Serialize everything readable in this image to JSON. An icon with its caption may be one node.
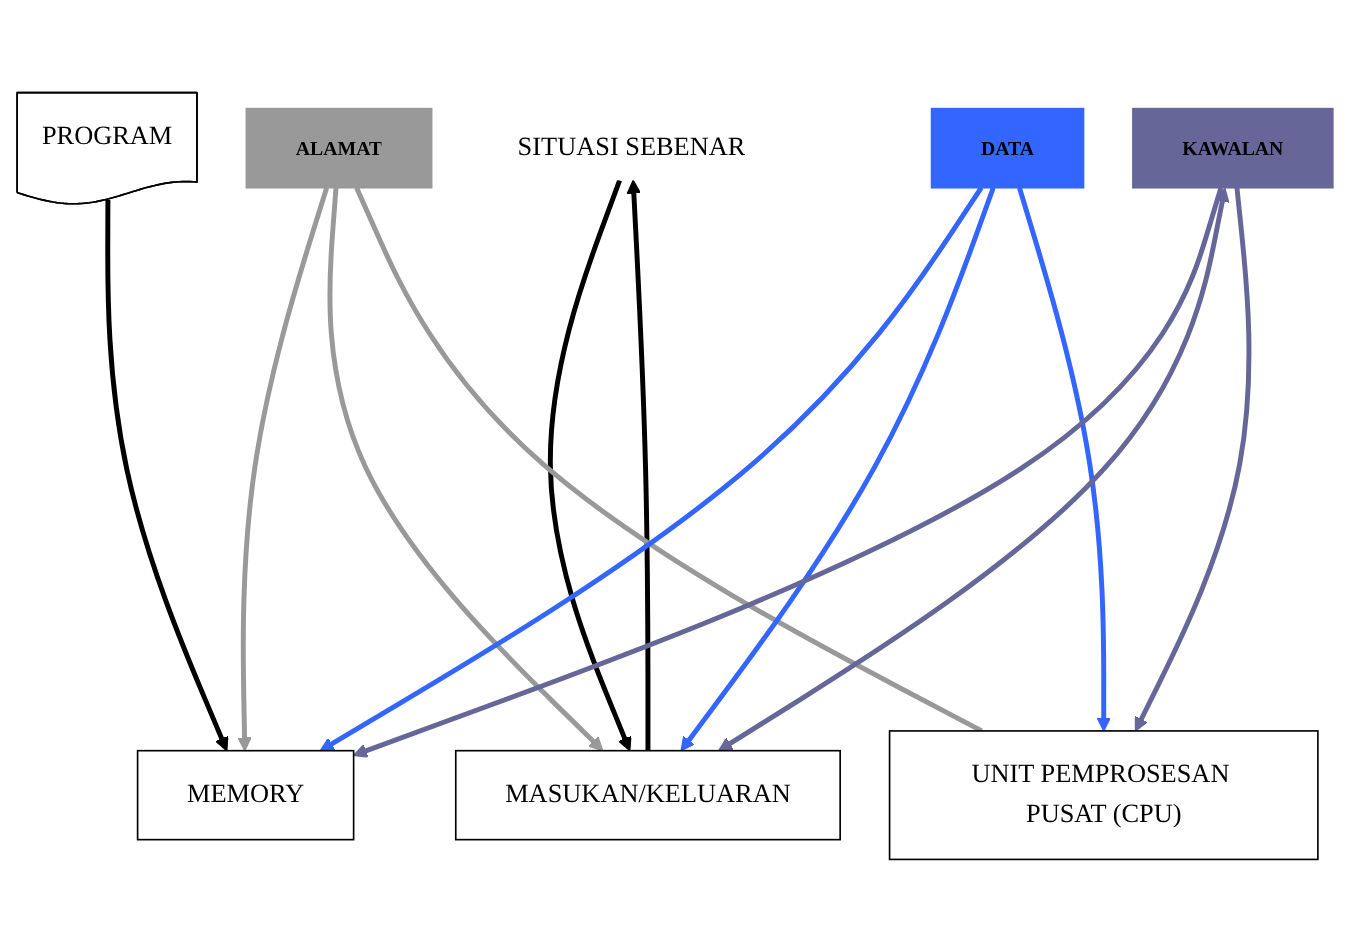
{
  "diagram": {
    "nodes": [
      {
        "text": [
          "PROGRAM"
        ]
      },
      {
        "text": [
          "SITUASI SEBENAR"
        ]
      },
      {
        "text": [
          "MEMORY"
        ]
      },
      {
        "text": [
          "MASUKAN/KELUARAN"
        ]
      },
      {
        "text": [
          "ALAMAT"
        ]
      },
      {
        "text": [
          "DATA"
        ]
      },
      {
        "text": [
          "KAWALAN"
        ]
      },
      {
        "text": [
          "UNIT PEMPROSESAN PUSAT (CPU)"
        ]
      }
    ],
    "edges": [
      {
        "from": 0,
        "to": 2,
        "arrow": "to"
      },
      {
        "from": 1,
        "to": 3,
        "arrow": "to"
      },
      {
        "from": 3,
        "to": 1,
        "arrow": "to"
      },
      {
        "from": 4,
        "to": 2,
        "arrow": "to",
        "color": "#999999"
      },
      {
        "from": 4,
        "to": 3,
        "arrow": "to",
        "color": "#999999"
      },
      {
        "from": 4,
        "to": 7,
        "arrow": "none",
        "color": "#999999"
      },
      {
        "from": 5,
        "to": 2,
        "arrow": "to",
        "color": "#3366ff"
      },
      {
        "from": 5,
        "to": 3,
        "arrow": "to",
        "color": "#3366ff"
      },
      {
        "from": 5,
        "to": 7,
        "arrow": "to",
        "color": "#3366ff"
      },
      {
        "from": 6,
        "to": 2,
        "arrow": "to",
        "color": "#666699"
      },
      {
        "from": 6,
        "to": 3,
        "arrow": "both",
        "color": "#666699"
      },
      {
        "from": 6,
        "to": 7,
        "arrow": "to",
        "color": "#666699"
      }
    ]
  }
}
